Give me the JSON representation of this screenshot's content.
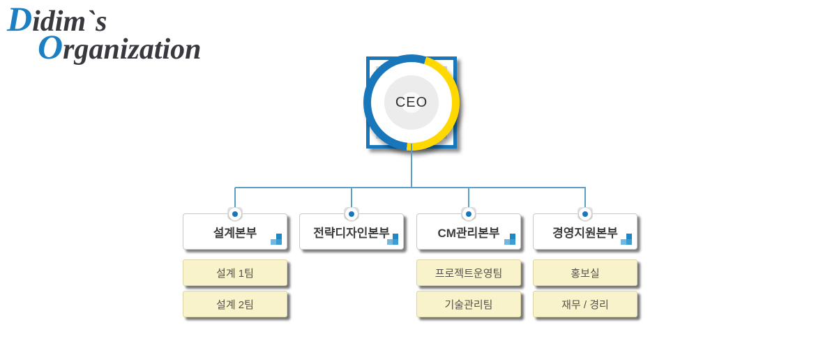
{
  "logo": {
    "line1_initial": "D",
    "line1_rest": "idim`s",
    "line2_initial": "O",
    "line2_rest": "rganization"
  },
  "ceo": {
    "label": "CEO"
  },
  "departments": [
    {
      "label": "설계본부",
      "teams": [
        "설계 1팀",
        "설계 2팀"
      ]
    },
    {
      "label": "전략디자인본부",
      "teams": []
    },
    {
      "label": "CM관리본부",
      "teams": [
        "프로젝트운영팀",
        "기술관리팀"
      ]
    },
    {
      "label": "경영지원본부",
      "teams": [
        "홍보실",
        "재무 / 경리"
      ]
    }
  ],
  "colors": {
    "accent_blue": "#1877bb",
    "accent_yellow": "#ffd800",
    "logo_blue": "#1b7fc4",
    "connector_line": "#5b9fc8",
    "team_box_fill": "#f8f3cb"
  }
}
